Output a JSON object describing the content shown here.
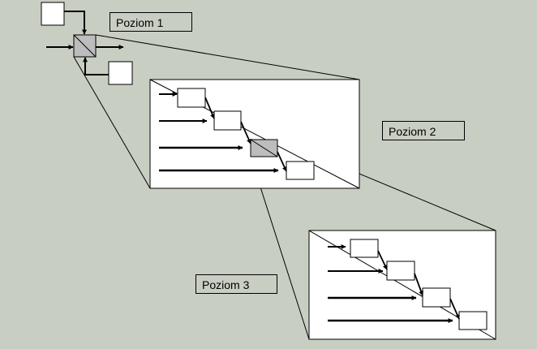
{
  "labels": {
    "level1": "Poziom 1",
    "level2": "Poziom 2",
    "level3": "Poziom 3"
  },
  "colors": {
    "background": "#c9cec3",
    "panel": "#ffffff",
    "highlight": "#bdbdbd",
    "stroke": "#000000"
  }
}
